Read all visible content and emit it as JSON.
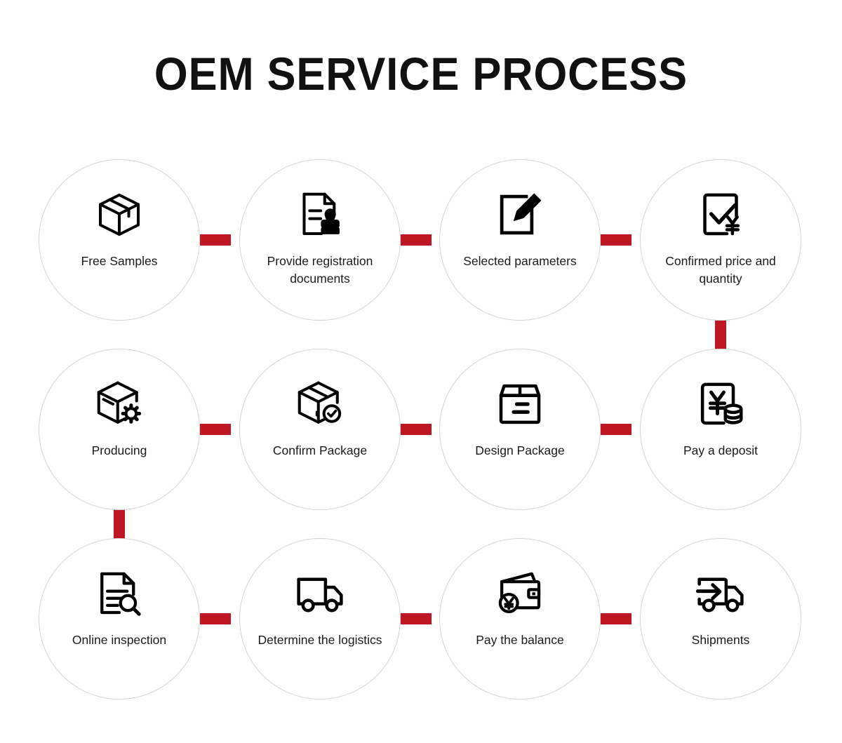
{
  "header": {
    "title": "OEM SERVICE PROCESS"
  },
  "theme": {
    "accent_red": "#be1622",
    "circle_border": "#d4d4d4",
    "icon_color": "#000000",
    "text_color": "#1b1b1b",
    "background": "#ffffff"
  },
  "flow": {
    "type": "process-flow",
    "rows": 3,
    "columns": 4,
    "direction": "boustrophedon-left-to-right",
    "steps": [
      {
        "index": 1,
        "label": "Free Samples",
        "icon": "package-box-icon",
        "row": 1,
        "col": 1
      },
      {
        "index": 2,
        "label": "Provide registration documents",
        "icon": "document-stamp-icon",
        "row": 1,
        "col": 2
      },
      {
        "index": 3,
        "label": "Selected parameters",
        "icon": "edit-square-pencil-icon",
        "row": 1,
        "col": 3
      },
      {
        "index": 4,
        "label": "Confirmed price and quantity",
        "icon": "checkmark-yen-document-icon",
        "row": 1,
        "col": 4
      },
      {
        "index": 5,
        "label": "Pay a deposit",
        "icon": "yen-coins-invoice-icon",
        "row": 2,
        "col": 4
      },
      {
        "index": 6,
        "label": "Design Package",
        "icon": "carton-box-icon",
        "row": 2,
        "col": 3
      },
      {
        "index": 7,
        "label": "Confirm Package",
        "icon": "box-check-circle-icon",
        "row": 2,
        "col": 2
      },
      {
        "index": 8,
        "label": "Producing",
        "icon": "box-gear-icon",
        "row": 2,
        "col": 1
      },
      {
        "index": 9,
        "label": "Online inspection",
        "icon": "document-magnifier-icon",
        "row": 3,
        "col": 1
      },
      {
        "index": 10,
        "label": "Determine the logistics",
        "icon": "delivery-truck-icon",
        "row": 3,
        "col": 2
      },
      {
        "index": 11,
        "label": "Pay the balance",
        "icon": "wallet-yen-icon",
        "row": 3,
        "col": 3
      },
      {
        "index": 12,
        "label": "Shipments",
        "icon": "truck-arrow-icon",
        "row": 3,
        "col": 4
      }
    ],
    "connectors": [
      {
        "id": "r1c1-r1c2",
        "orientation": "horizontal"
      },
      {
        "id": "r1c2-r1c3",
        "orientation": "horizontal"
      },
      {
        "id": "r1c3-r1c4",
        "orientation": "horizontal"
      },
      {
        "id": "r1c4-r2c4",
        "orientation": "vertical"
      },
      {
        "id": "r2c4-r2c3",
        "orientation": "horizontal"
      },
      {
        "id": "r2c3-r2c2",
        "orientation": "horizontal"
      },
      {
        "id": "r2c2-r2c1",
        "orientation": "horizontal"
      },
      {
        "id": "r2c1-r3c1",
        "orientation": "vertical"
      },
      {
        "id": "r3c1-r3c2",
        "orientation": "horizontal"
      },
      {
        "id": "r3c2-r3c3",
        "orientation": "horizontal"
      },
      {
        "id": "r3c3-r3c4",
        "orientation": "horizontal"
      }
    ]
  }
}
